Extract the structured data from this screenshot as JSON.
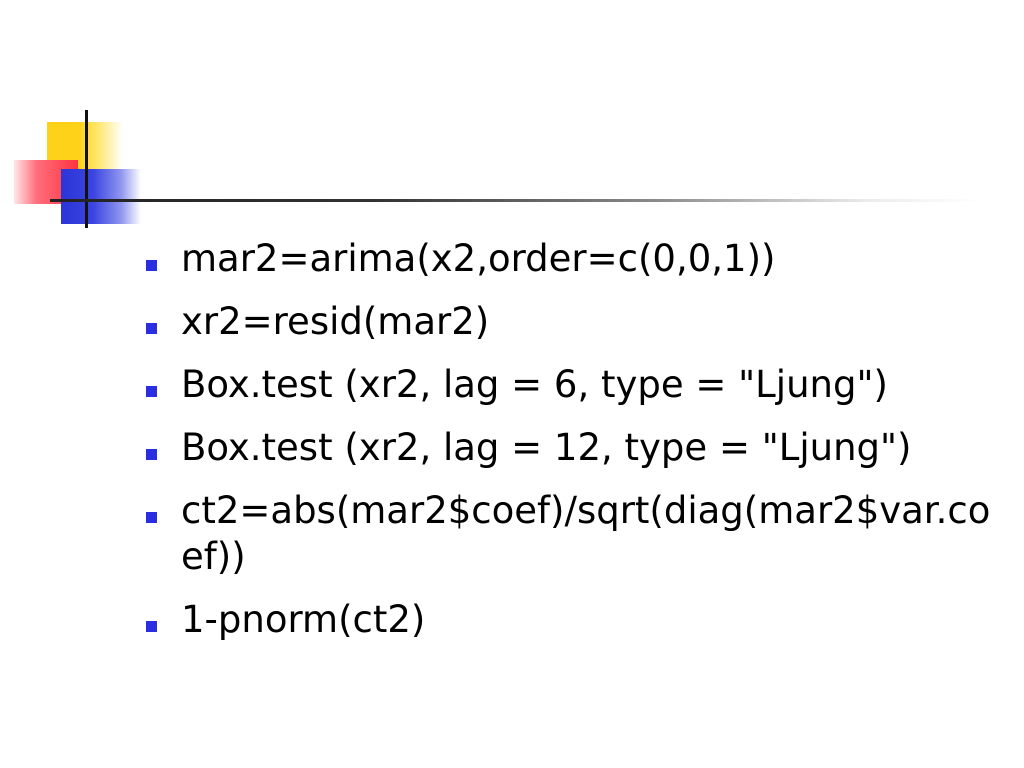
{
  "theme": {
    "bullet_color": "#2a2ee0",
    "deco_yellow": "#ffd21a",
    "deco_red": "#ff3340",
    "deco_blue": "#2b35d8",
    "rule_color": "#222222"
  },
  "bullets": [
    {
      "text": "mar2=arima(x2,order=c(0,0,1))"
    },
    {
      "text": "xr2=resid(mar2)"
    },
    {
      "text": "Box.test (xr2, lag = 6, type = \"Ljung\")"
    },
    {
      "text": "Box.test (xr2, lag = 12, type = \"Ljung\")"
    },
    {
      "text": "ct2=abs(mar2$coef)/sqrt(diag(mar2$var.coef))"
    },
    {
      "text": "1-pnorm(ct2)"
    }
  ]
}
